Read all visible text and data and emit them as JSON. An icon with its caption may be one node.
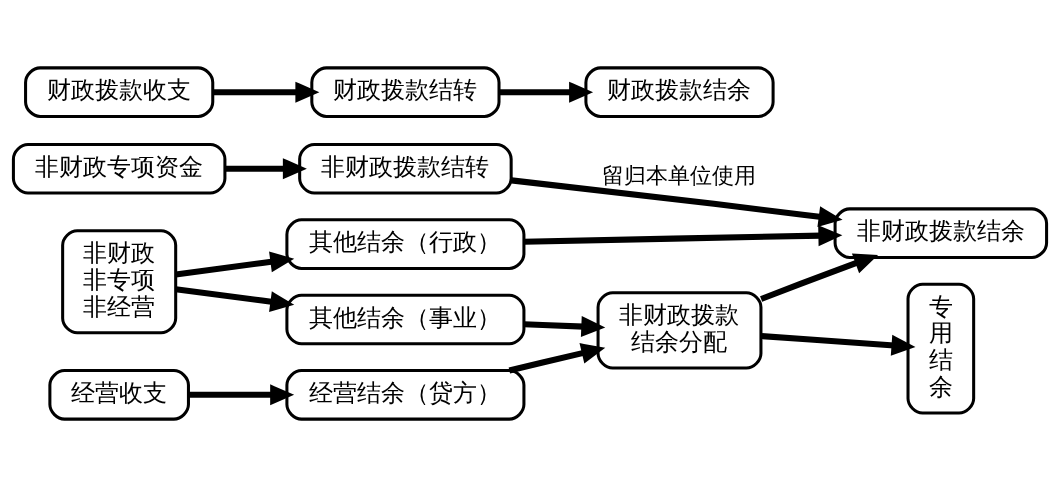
{
  "diagram": {
    "nodes": [
      {
        "text": [
          "财政拨款收支"
        ]
      },
      {
        "text": [
          "财政拨款结转"
        ]
      },
      {
        "text": [
          "财政拨款结余"
        ]
      },
      {
        "text": [
          "非财政专项资金"
        ]
      },
      {
        "text": [
          "非财政拨款结转"
        ]
      },
      {
        "text": [
          "非财政拨款结余"
        ]
      },
      {
        "text": [
          "经营收支"
        ]
      },
      {
        "text": [
          "经营结余（贷方）"
        ]
      },
      {
        "text": [
          "非财政拨款结余分配"
        ]
      },
      {
        "text": [
          "专用结余"
        ]
      },
      {
        "text": [
          "非财政非专项非经营"
        ]
      },
      {
        "text": [
          "其他结余（事业）"
        ]
      },
      {
        "text": [
          "其他结余（行政）"
        ]
      }
    ],
    "edges": [
      {
        "from": 0,
        "to": 1,
        "arrow": "to"
      },
      {
        "from": 1,
        "to": 2,
        "arrow": "to"
      },
      {
        "from": 3,
        "to": 4,
        "arrow": "to"
      },
      {
        "from": 4,
        "to": 5,
        "arrow": "to",
        "label": "留归本单位使用"
      },
      {
        "from": 6,
        "to": 7,
        "arrow": "to"
      },
      {
        "from": 7,
        "to": 8,
        "arrow": "to"
      },
      {
        "from": 11,
        "to": 8,
        "arrow": "to"
      },
      {
        "from": 10,
        "to": 11,
        "arrow": "to"
      },
      {
        "from": 10,
        "to": 12,
        "arrow": "to"
      },
      {
        "from": 8,
        "to": 5,
        "arrow": "to"
      },
      {
        "from": 8,
        "to": 9,
        "arrow": "to"
      },
      {
        "from": 12,
        "to": 5,
        "arrow": "to"
      }
    ]
  }
}
